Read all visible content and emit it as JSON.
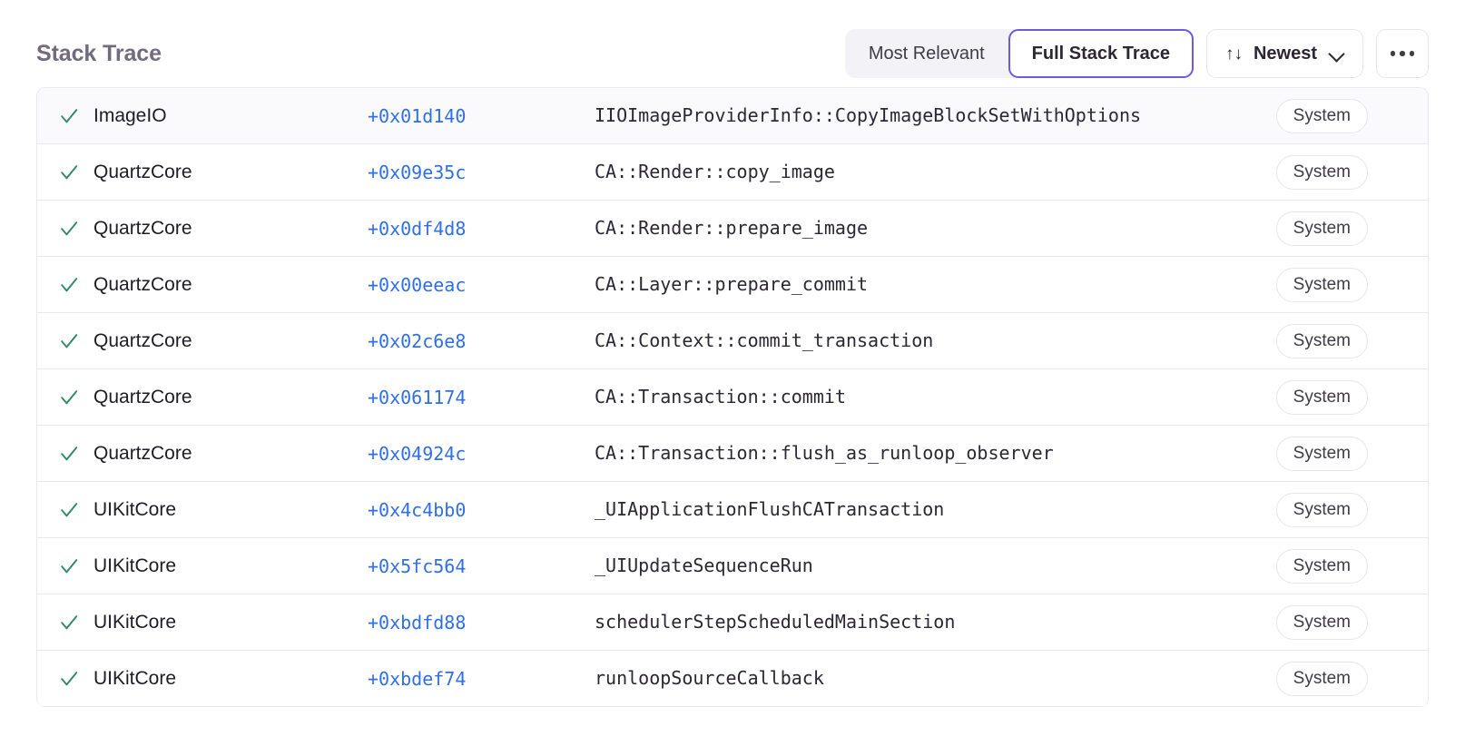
{
  "header": {
    "title": "Stack Trace",
    "segmented": {
      "options": [
        {
          "label": "Most Relevant",
          "active": false
        },
        {
          "label": "Full Stack Trace",
          "active": true
        }
      ]
    },
    "sort": {
      "icon": "sort-arrows-icon",
      "glyph": "↑↓",
      "label": "Newest",
      "chevron": "chevron-down-icon"
    },
    "overflow": {
      "label": "…",
      "icon": "ellipsis-icon"
    }
  },
  "colors": {
    "accent_purple": "#6d5ae0",
    "link_blue": "#2f6fe4",
    "check_green": "#2e8b63",
    "title_gray": "#716b7e",
    "row_tint": "#fafafc",
    "border": "#e9e8ee"
  },
  "table": {
    "row_status_icon": "check-icon",
    "rows": [
      {
        "module": "ImageIO",
        "offset": "+0x01d140",
        "symbol": "IIOImageProviderInfo::CopyImageBlockSetWithOptions",
        "badge": "System",
        "tinted": true
      },
      {
        "module": "QuartzCore",
        "offset": "+0x09e35c",
        "symbol": "CA::Render::copy_image",
        "badge": "System",
        "tinted": false
      },
      {
        "module": "QuartzCore",
        "offset": "+0x0df4d8",
        "symbol": "CA::Render::prepare_image",
        "badge": "System",
        "tinted": false
      },
      {
        "module": "QuartzCore",
        "offset": "+0x00eeac",
        "symbol": "CA::Layer::prepare_commit",
        "badge": "System",
        "tinted": false
      },
      {
        "module": "QuartzCore",
        "offset": "+0x02c6e8",
        "symbol": "CA::Context::commit_transaction",
        "badge": "System",
        "tinted": false
      },
      {
        "module": "QuartzCore",
        "offset": "+0x061174",
        "symbol": "CA::Transaction::commit",
        "badge": "System",
        "tinted": false
      },
      {
        "module": "QuartzCore",
        "offset": "+0x04924c",
        "symbol": "CA::Transaction::flush_as_runloop_observer",
        "badge": "System",
        "tinted": false
      },
      {
        "module": "UIKitCore",
        "offset": "+0x4c4bb0",
        "symbol": "_UIApplicationFlushCATransaction",
        "badge": "System",
        "tinted": false
      },
      {
        "module": "UIKitCore",
        "offset": "+0x5fc564",
        "symbol": "_UIUpdateSequenceRun",
        "badge": "System",
        "tinted": false
      },
      {
        "module": "UIKitCore",
        "offset": "+0xbdfd88",
        "symbol": "schedulerStepScheduledMainSection",
        "badge": "System",
        "tinted": false
      },
      {
        "module": "UIKitCore",
        "offset": "+0xbdef74",
        "symbol": "runloopSourceCallback",
        "badge": "System",
        "tinted": false
      }
    ]
  }
}
